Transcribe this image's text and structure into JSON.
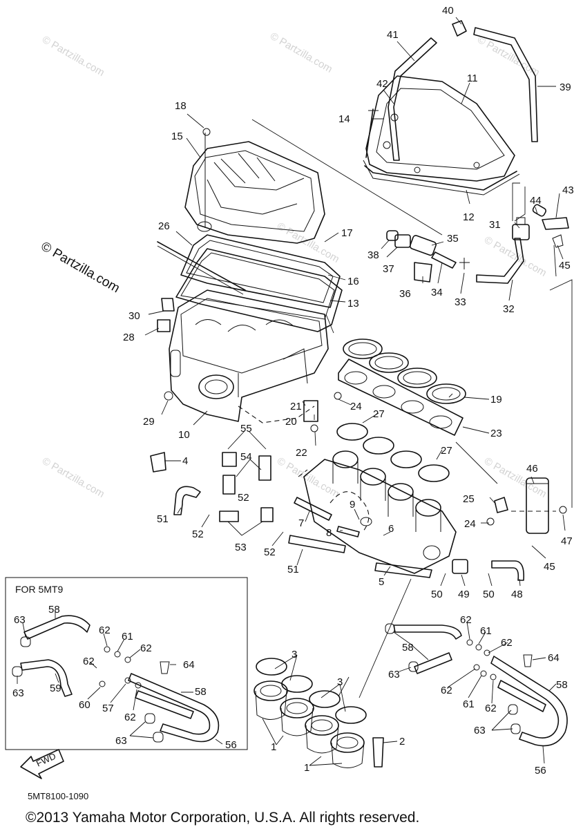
{
  "callouts": [
    "1",
    "2",
    "3",
    "4",
    "5",
    "6",
    "7",
    "8",
    "9",
    "10",
    "11",
    "12",
    "13",
    "14",
    "15",
    "16",
    "17",
    "18",
    "19",
    "20",
    "21",
    "22",
    "23",
    "24",
    "25",
    "26",
    "27",
    "28",
    "29",
    "30",
    "31",
    "32",
    "33",
    "34",
    "35",
    "36",
    "37",
    "38",
    "39",
    "40",
    "41",
    "42",
    "43",
    "44",
    "45",
    "46",
    "47",
    "48",
    "49",
    "50",
    "51",
    "52",
    "53",
    "54",
    "55",
    "56",
    "57",
    "58",
    "59",
    "60",
    "61",
    "62",
    "63",
    "64"
  ],
  "watermark": {
    "faint": "© Partzilla.com",
    "strong": "© Partzilla.com"
  },
  "inset": {
    "title": "FOR 5MT9",
    "fwd_label": "FWD"
  },
  "diagram_code": "5MT8100-1090",
  "copyright": "©2013 Yamaha Motor Corporation, U.S.A. All rights reserved."
}
